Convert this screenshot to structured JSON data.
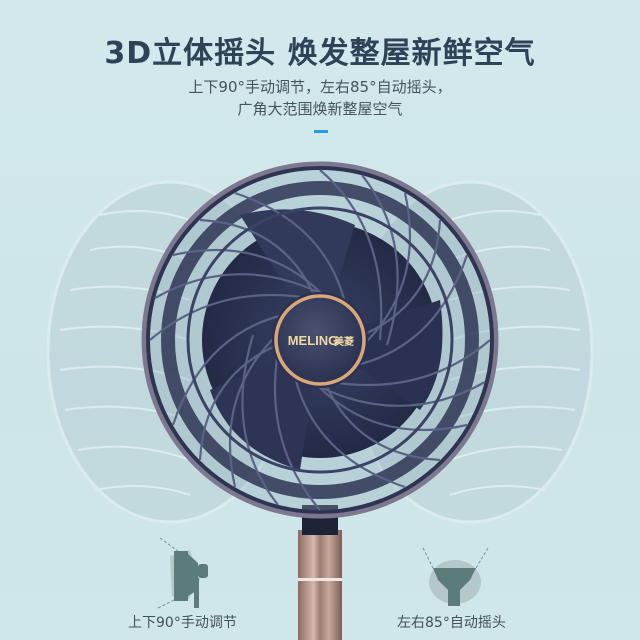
{
  "header": {
    "title": "3D立体摇头  焕发整屋新鲜空气",
    "subtitle_line1": "上下90°手动调节，左右85°自动摇头，",
    "subtitle_line2": "广角大范围焕新整屋空气"
  },
  "product": {
    "brand_text": "MELING",
    "brand_cn": "美菱"
  },
  "features": [
    {
      "icon": "vertical-tilt-icon",
      "label": "上下90°手动调节"
    },
    {
      "icon": "horizontal-oscillation-icon",
      "label": "左右85°自动摇头"
    }
  ],
  "colors": {
    "background": "#cfe6ea",
    "title": "#2c4358",
    "accent": "#2a9bd8",
    "fan_body": "#2e3553",
    "hub_ring": "#d9a77a",
    "pole": "#a88278"
  }
}
